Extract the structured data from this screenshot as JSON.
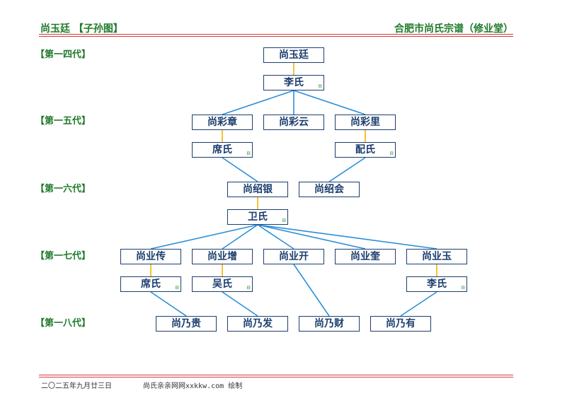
{
  "header": {
    "left_title": "尚玉廷 【子孙图】",
    "right_title": "合肥市尚氏宗谱（修业堂）"
  },
  "generations": [
    "【第一四代】",
    "【第一五代】",
    "【第一六代】",
    "【第一七代】",
    "【第一八代】"
  ],
  "nodes": [
    {
      "id": "yuting",
      "label": "尚玉廷",
      "mark": false
    },
    {
      "id": "li1",
      "label": "李氏",
      "mark": true
    },
    {
      "id": "caizhang",
      "label": "尚彩章",
      "mark": false
    },
    {
      "id": "caiyun",
      "label": "尚彩云",
      "mark": false
    },
    {
      "id": "caili",
      "label": "尚彩里",
      "mark": false
    },
    {
      "id": "xi1",
      "label": "席氏",
      "mark": true
    },
    {
      "id": "pei",
      "label": "配氏",
      "mark": true
    },
    {
      "id": "shaoyin",
      "label": "尚绍银",
      "mark": false
    },
    {
      "id": "shaohui",
      "label": "尚绍会",
      "mark": false
    },
    {
      "id": "wei",
      "label": "卫氏",
      "mark": true
    },
    {
      "id": "yechuan",
      "label": "尚业传",
      "mark": false
    },
    {
      "id": "yezeng",
      "label": "尚业增",
      "mark": false
    },
    {
      "id": "yekai",
      "label": "尚业开",
      "mark": false
    },
    {
      "id": "yekui",
      "label": "尚业奎",
      "mark": false
    },
    {
      "id": "yeyu",
      "label": "尚业玉",
      "mark": false
    },
    {
      "id": "xi2",
      "label": "席氏",
      "mark": true
    },
    {
      "id": "wu",
      "label": "吴氏",
      "mark": true
    },
    {
      "id": "li2",
      "label": "李氏",
      "mark": true
    },
    {
      "id": "naigui",
      "label": "尚乃贵",
      "mark": false
    },
    {
      "id": "naifa",
      "label": "尚乃发",
      "mark": false
    },
    {
      "id": "naicai",
      "label": "尚乃财",
      "mark": false
    },
    {
      "id": "naiyou",
      "label": "尚乃有",
      "mark": false
    }
  ],
  "marriages": [
    [
      "yuting",
      "li1"
    ],
    [
      "caizhang",
      "xi1"
    ],
    [
      "caili",
      "pei"
    ],
    [
      "shaoyin",
      "wei"
    ],
    [
      "yechuan",
      "xi2"
    ],
    [
      "yezeng",
      "wu"
    ],
    [
      "yeyu",
      "li2"
    ]
  ],
  "descents": [
    [
      "li1",
      "caizhang"
    ],
    [
      "li1",
      "caiyun"
    ],
    [
      "li1",
      "caili"
    ],
    [
      "xi1",
      "shaoyin"
    ],
    [
      "pei",
      "shaohui"
    ],
    [
      "wei",
      "yechuan"
    ],
    [
      "wei",
      "yezeng"
    ],
    [
      "wei",
      "yekai"
    ],
    [
      "wei",
      "yekui"
    ],
    [
      "wei",
      "yeyu"
    ],
    [
      "xi2",
      "naigui"
    ],
    [
      "wu",
      "naifa"
    ],
    [
      "yekai",
      "naicai"
    ],
    [
      "li2",
      "naiyou"
    ]
  ],
  "spouse_mark": "⊟",
  "footer": {
    "date": "二〇二五年九月廿三日",
    "credit": "尚氏亲亲网网xxkkw.com 绘制"
  },
  "colors": {
    "marriage_line": "#f0b400",
    "descent_line": "#2a8fd8",
    "node_border": "#1c3e6e",
    "header_text": "#1f7a2a",
    "rule": "#d43a3a"
  }
}
